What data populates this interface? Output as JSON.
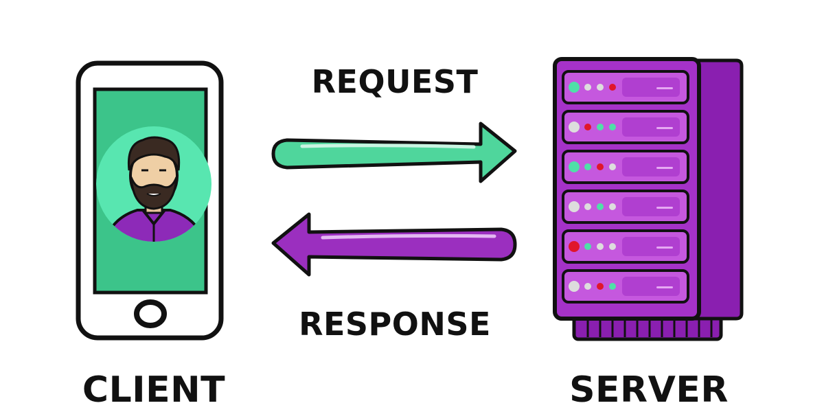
{
  "labels": {
    "request": "REQUEST",
    "response": "RESPONSE",
    "client": "CLIENT",
    "server": "SERVER"
  },
  "colors": {
    "request_arrow": "#4fd69c",
    "response_arrow": "#9b2fbf",
    "server_body": "#a532c8",
    "server_side": "#8a1fb0",
    "phone_screen": "#3cc48a",
    "avatar_bg": "#58e6b0",
    "shirt": "#8d2ab8",
    "outline": "#111111"
  },
  "server": {
    "leds": [
      [
        "#4fe0a8",
        "#dddddd",
        "#dddddd",
        "#e0162b"
      ],
      [
        "#dddddd",
        "#e0162b",
        "#4fe0a8",
        "#4fe0a8"
      ],
      [
        "#4fe0a8",
        "#4fe0a8",
        "#e0162b",
        "#dddddd"
      ],
      [
        "#dddddd",
        "#dddddd",
        "#4fe0a8",
        "#dddddd"
      ],
      [
        "#e0162b",
        "#4fe0a8",
        "#dddddd",
        "#dddddd"
      ],
      [
        "#dddddd",
        "#dddddd",
        "#e0162b",
        "#4fe0a8"
      ]
    ]
  }
}
